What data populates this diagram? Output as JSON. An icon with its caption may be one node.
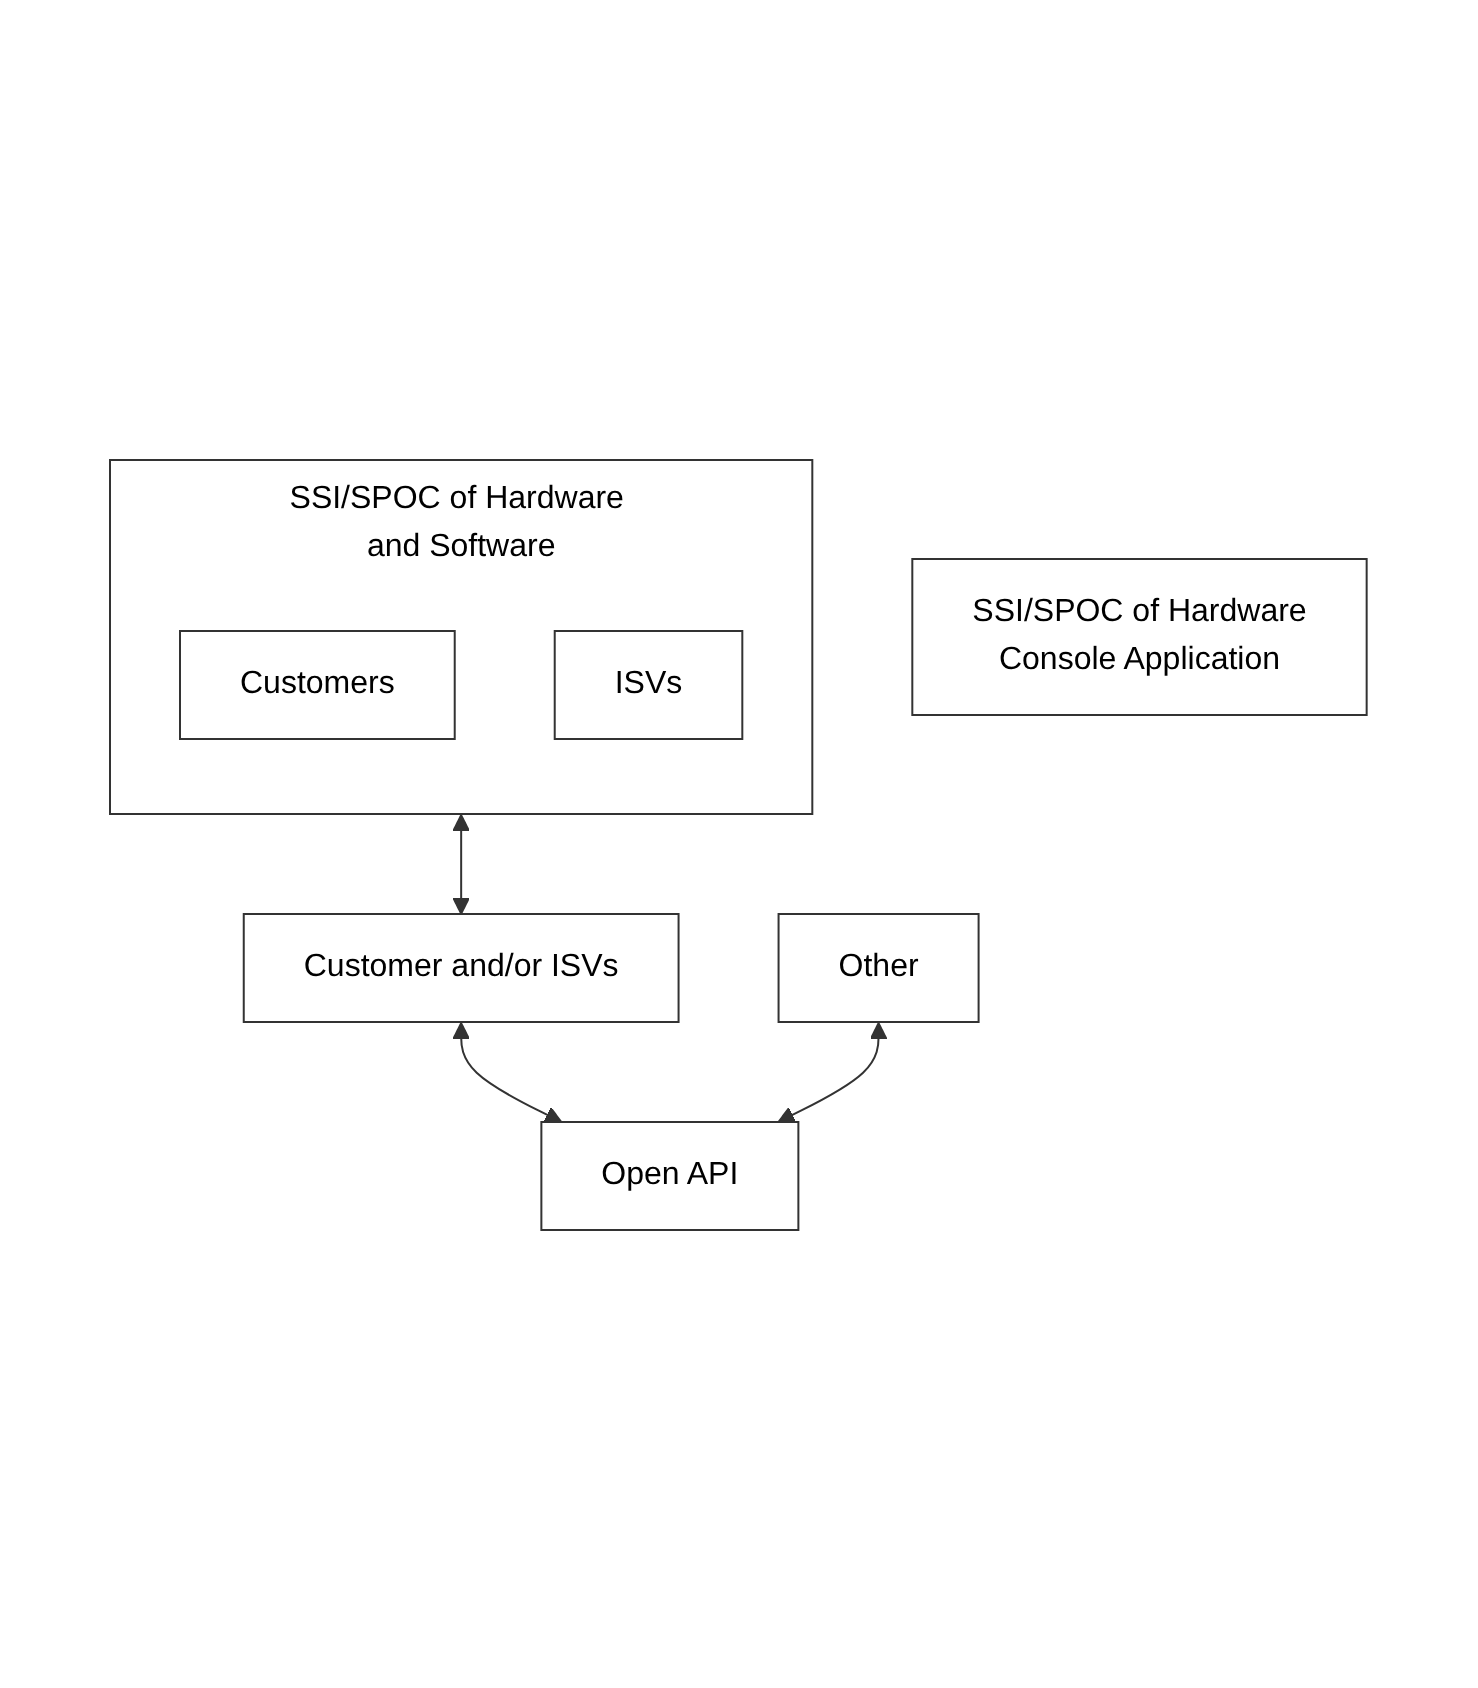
{
  "diagram": {
    "nodes": [
      {
        "text": [
          "SSI/SPOC of Hardware and Software"
        ]
      },
      {
        "text": [
          "Customers"
        ],
        "in": 0
      },
      {
        "text": [
          "ISVs"
        ],
        "in": 0
      },
      {
        "text": [
          "Other"
        ]
      },
      {
        "text": [
          "Customer and/or ISVs"
        ]
      },
      {
        "text": [
          "Open API"
        ]
      },
      {
        "text": [
          "SSI/SPOC of Hardware",
          "Console Application"
        ]
      }
    ],
    "edges": [
      {
        "from": 0,
        "to": 4,
        "arrow": "both"
      },
      {
        "from": 4,
        "to": 5,
        "arrow": "both"
      },
      {
        "from": 3,
        "to": 5,
        "arrow": "both"
      }
    ]
  }
}
